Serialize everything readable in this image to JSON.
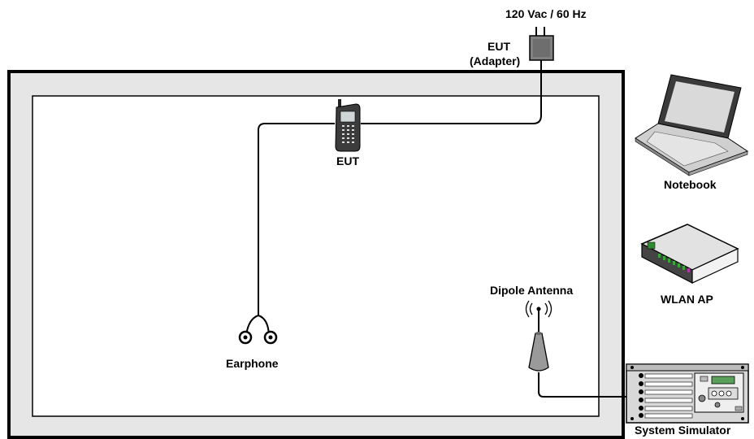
{
  "labels": {
    "power": "120 Vac / 60 Hz",
    "adapter_line1": "EUT",
    "adapter_line2": "(Adapter)",
    "eut": "EUT",
    "earphone": "Earphone",
    "dipole": "Dipole Antenna",
    "notebook": "Notebook",
    "wlan": "WLAN AP",
    "simulator": "System Simulator"
  },
  "icons": {
    "adapter": "power-adapter-icon",
    "phone": "mobile-phone-icon",
    "earphone": "earphone-icon",
    "antenna": "dipole-antenna-icon",
    "notebook": "notebook-icon",
    "wlan": "wlan-router-icon",
    "simulator": "system-simulator-icon"
  }
}
